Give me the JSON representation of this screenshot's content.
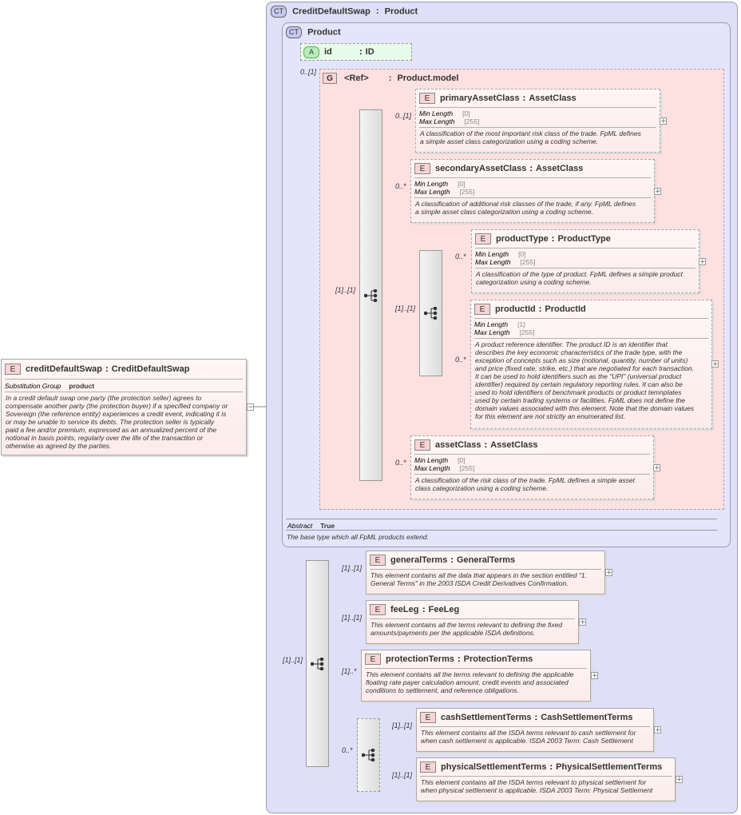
{
  "root": {
    "name": "creditDefaultSwap",
    "type": "CreditDefaultSwap",
    "props": [
      {
        "label": "Substitution Group",
        "value": "product"
      }
    ],
    "doc": [
      "In a credit default swap one party (the protection seller) agrees to",
      "compensate another party (the protection buyer) if a specified company or",
      "Sovereign (the reference entity) experiences a credit event, indicating it is",
      "or may be unable to service its debts. The protection seller is typically",
      "paid a fee and/or premium, expressed as an annualized percent of the",
      "notional in basis points, regularly over the life of the transaction or",
      "otherwise as agreed by the parties."
    ],
    "badge": "E",
    "toggle": "−"
  },
  "outer_type": {
    "badge": "CT",
    "name": "CreditDefaultSwap",
    "base": "Product"
  },
  "inner_type": {
    "badge": "CT",
    "name": "Product",
    "props": [
      {
        "label": "Abstract",
        "value": "True"
      }
    ],
    "doc": "The base type which all FpML products extend."
  },
  "attribute": {
    "badge": "A",
    "name": "id",
    "type": "ID"
  },
  "group": {
    "badge": "G",
    "name": "<Ref>",
    "type": "Product.model",
    "card": "0..[1]"
  },
  "product_elements": [
    {
      "name": "primaryAssetClass",
      "type": "AssetClass",
      "card": "0..[1]",
      "props": [
        {
          "label": "Min Length",
          "value": "[0]"
        },
        {
          "label": "Max Length",
          "value": "[255]"
        }
      ],
      "doc": [
        "A classification of the most important risk class of the trade. FpML defines",
        "a simple asset class categorization using a coding scheme."
      ]
    },
    {
      "name": "secondaryAssetClass",
      "type": "AssetClass",
      "card": "0..*",
      "props": [
        {
          "label": "Min Length",
          "value": "[0]"
        },
        {
          "label": "Max Length",
          "value": "[255]"
        }
      ],
      "doc": [
        "A classification of additional risk classes of the trade, if any. FpML defines",
        "a simple asset class categorization using a coding scheme."
      ]
    },
    {
      "name": "productType",
      "type": "ProductType",
      "card": "0..*",
      "props": [
        {
          "label": "Min Length",
          "value": "[0]"
        },
        {
          "label": "Max Length",
          "value": "[255]"
        }
      ],
      "doc": [
        "A classification of the type of product. FpML defines a simple product",
        "categorization using a coding scheme."
      ]
    },
    {
      "name": "productId",
      "type": "ProductId",
      "card": "0..*",
      "props": [
        {
          "label": "Min Length",
          "value": "[1]"
        },
        {
          "label": "Max Length",
          "value": "[255]"
        }
      ],
      "doc": [
        "A product reference identifier. The product ID is an identifier that",
        "describes the key economic characteristics of the trade type, with the",
        "exception of concepts such as size (notional, quantity, number of units)",
        "and price (fixed rate, strike, etc.) that are negotiated for each transaction.",
        "It can be used to hold identifiers such as the \"UPI\" (universal product",
        "identifier) required by certain regulatory reporting rules. It can also be",
        "used to hold identifiers of benchmark products or product temnplates",
        "used by certain trading systems or facilities. FpML does not define the",
        "domain values associated with this element. Note that the domain values",
        "for this element are not strictly an enumerated list."
      ]
    },
    {
      "name": "assetClass",
      "type": "AssetClass",
      "card": "0..*",
      "props": [
        {
          "label": "Min Length",
          "value": "[0]"
        },
        {
          "label": "Max Length",
          "value": "[255]"
        }
      ],
      "doc": [
        "A classification of the risk class of the trade. FpML defines a simple asset",
        "class categorization using a coding scheme."
      ]
    }
  ],
  "seq_cards": {
    "model": "[1]..[1]",
    "inner_choice": "[1]..[1]",
    "main": "[1]..[1]",
    "choice": "0..*"
  },
  "cds_elements": [
    {
      "name": "generalTerms",
      "type": "GeneralTerms",
      "card": "[1]..[1]",
      "doc": [
        "This element contains all the data that appears in the section entitled \"1.",
        "General Terms\" in the 2003 ISDA Credit Derivatives Confirmation."
      ]
    },
    {
      "name": "feeLeg",
      "type": "FeeLeg",
      "card": "[1]..[1]",
      "doc": [
        "This element contains all the terms relevant to defining the fixed",
        "amounts/payments per the applicable ISDA definitions."
      ]
    },
    {
      "name": "protectionTerms",
      "type": "ProtectionTerms",
      "card": "[1]..*",
      "doc": [
        "This element contains all the terms relevant to defining the applicable",
        "floating rate payer calculation amount, credit events and associated",
        "conditions to settlement, and reference obligations."
      ]
    },
    {
      "name": "cashSettlementTerms",
      "type": "CashSettlementTerms",
      "card": "[1]..[1]",
      "doc": [
        "This element contains all the ISDA terms relevant to cash settlement for",
        "when cash settlement is applicable. ISDA 2003 Term: Cash Settlement"
      ]
    },
    {
      "name": "physicalSettlementTerms",
      "type": "PhysicalSettlementTerms",
      "card": "[1]..[1]",
      "doc": [
        "This element contains all the ISDA terms relevant to physical settlement for",
        "when physical settlement is applicable. ISDA 2003 Term: Physical Settlement"
      ]
    }
  ],
  "expand_symbol": "+"
}
